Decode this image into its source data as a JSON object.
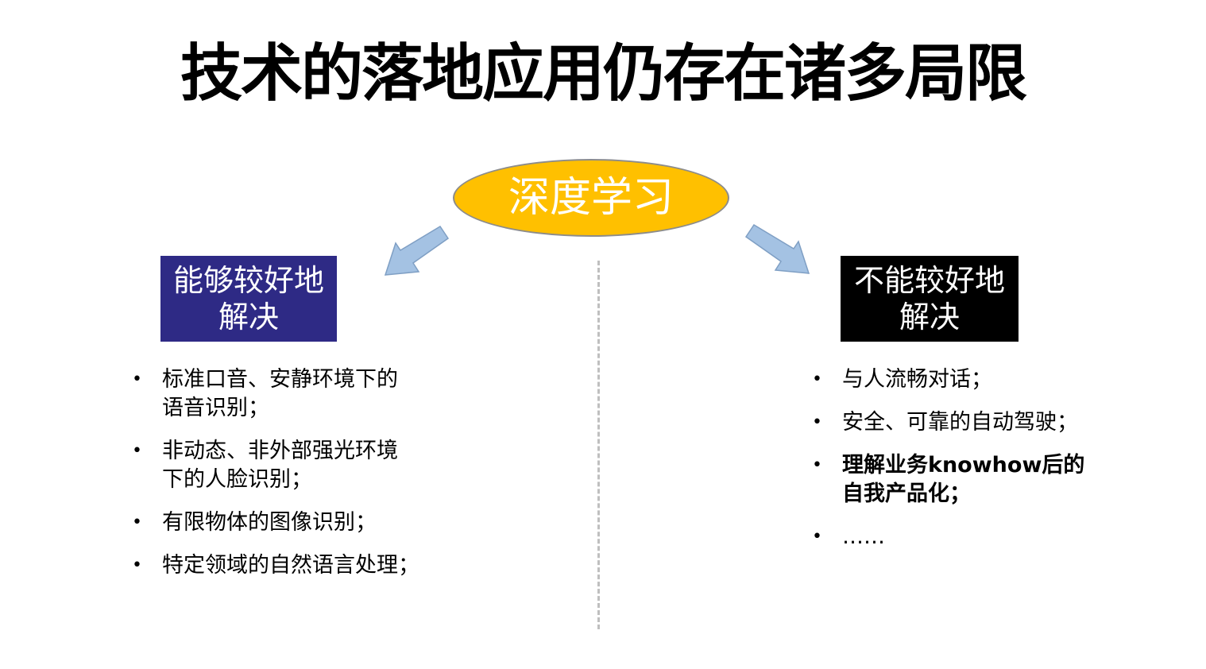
{
  "title": "技术的落地应用仍存在诸多局限",
  "center": {
    "label": "深度学习",
    "fill": "#FFC000"
  },
  "arrow_color": "#A4C2E3",
  "left": {
    "label_line1": "能够较好地",
    "label_line2": "解决",
    "box_color": "#2E2A85",
    "items": [
      {
        "text": "标准口音、安静环境下的\n语音识别；",
        "bold": false
      },
      {
        "text": "非动态、非外部强光环境\n下的人脸识别；",
        "bold": false
      },
      {
        "text": "有限物体的图像识别；",
        "bold": false
      },
      {
        "text": "特定领域的自然语言处理；",
        "bold": false
      }
    ]
  },
  "right": {
    "label_line1": "不能较好地",
    "label_line2": "解决",
    "box_color": "#000000",
    "items": [
      {
        "text": "与人流畅对话；",
        "bold": false
      },
      {
        "text": "安全、可靠的自动驾驶；",
        "bold": false
      },
      {
        "text": "理解业务knowhow后的\n自我产品化；",
        "bold": true
      },
      {
        "text": "……",
        "bold": false
      }
    ]
  },
  "bullet_glyph": "•"
}
